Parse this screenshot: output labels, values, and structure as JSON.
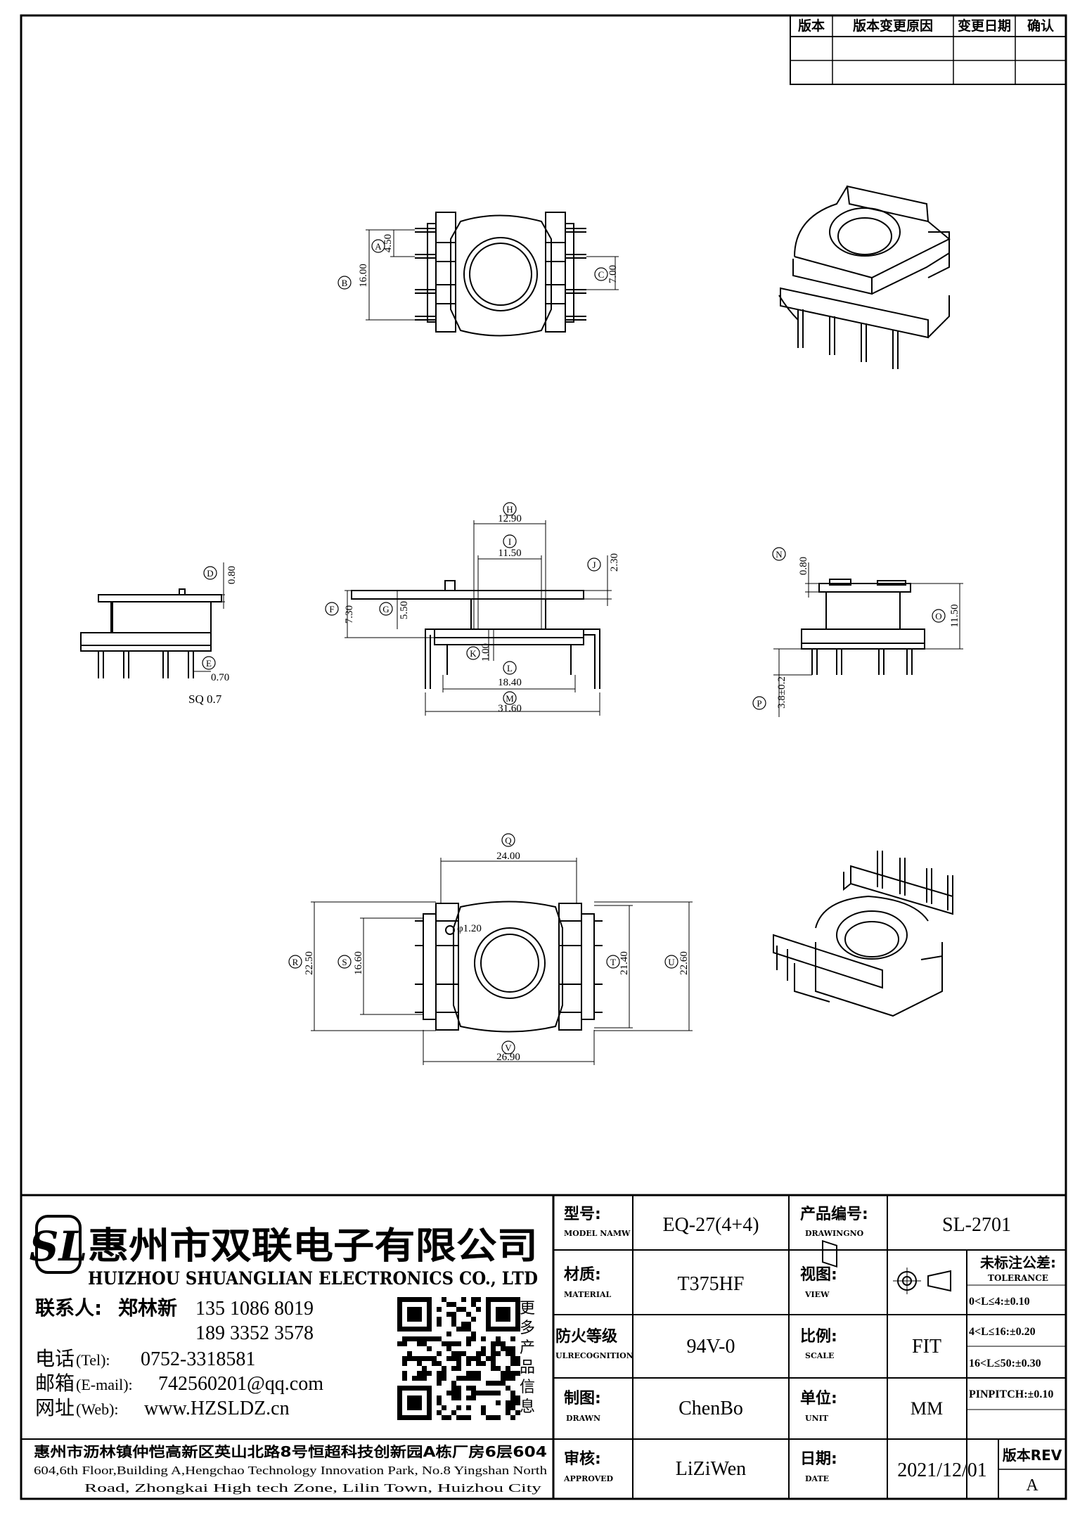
{
  "revision_table": {
    "headers": [
      "版本",
      "版本变更原因",
      "变更日期",
      "确认"
    ]
  },
  "company": {
    "logo_letters": "SL",
    "name_cn": "惠州市双联电子有限公司",
    "name_en": "HUIZHOU SHUANGLIAN ELECTRONICS CO., LTD",
    "contact_label": "联系人:",
    "contact_name": "郑林新",
    "phone1": "135 1086 8019",
    "phone2": "189 3352 3578",
    "tel_label": "电话",
    "tel_tag": "(Tel):",
    "tel": "0752-3318581",
    "email_label": "邮箱",
    "email_tag": "(E-mail):",
    "email": "742560201@qq.com",
    "web_label": "网址",
    "web_tag": "(Web):",
    "web": "www.HZSLDZ.cn",
    "address_cn": "惠州市沥林镇仲恺高新区英山北路8号恒超科技创新园A栋厂房6层604",
    "address_en1": "604,6th Floor,Building A,Hengchao Technology Innovation Park, No.8 Yingshan North",
    "address_en2": "Road, Zhongkai High tech Zone, Lilin Town, Huizhou City",
    "qr_caption": [
      "更",
      "多",
      "产",
      "品",
      "信",
      "息"
    ]
  },
  "title_block": {
    "model_label_cn": "型号:",
    "model_label_en": "MODEL NAMW",
    "model": "EQ-27(4+4)",
    "drawingno_label_cn": "产品编号:",
    "drawingno_label_en": "DRAWINGNO",
    "drawingno": "SL-2701",
    "material_label_cn": "材质:",
    "material_label_en": "MATERIAL",
    "material": "T375HF",
    "view_label_cn": "视图:",
    "view_label_en": "VIEW",
    "tolerance_label_cn": "未标注公差:",
    "tolerance_label_en": "TOLERANCE",
    "tolerances": [
      "0<L≤4:±0.10",
      "4<L≤16:±0.20",
      "16<L≤50:±0.30",
      "PINPITCH:±0.10"
    ],
    "fire_label_cn": "防火等级",
    "fire_label_en": "ULRECOGNITION",
    "fire": "94V-0",
    "scale_label_cn": "比例:",
    "scale_label_en": "SCALE",
    "scale": "FIT",
    "drawn_label_cn": "制图:",
    "drawn_label_en": "DRAWN",
    "drawn": "ChenBo",
    "unit_label_cn": "单位:",
    "unit_label_en": "UNIT",
    "unit": "MM",
    "approved_label_cn": "审核:",
    "approved_label_en": "APPROVED",
    "approved": "LiZiWen",
    "date_label_cn": "日期:",
    "date_label_en": "DATE",
    "date": "2021/12/01",
    "rev_label": "版本REV",
    "rev": "A"
  },
  "dimensions": {
    "A": {
      "tag": "A",
      "value": "4.50"
    },
    "B": {
      "tag": "B",
      "value": "16.00"
    },
    "C": {
      "tag": "C",
      "value": "7.00"
    },
    "D": {
      "tag": "D",
      "value": "0.80"
    },
    "E": {
      "tag": "E",
      "value": "0.70"
    },
    "sq": "SQ 0.7",
    "F": {
      "tag": "F",
      "value": "7.30"
    },
    "G": {
      "tag": "G",
      "value": "5.50"
    },
    "H": {
      "tag": "H",
      "value": "12.90"
    },
    "I": {
      "tag": "I",
      "value": "11.50"
    },
    "J": {
      "tag": "J",
      "value": "2.30"
    },
    "K": {
      "tag": "K",
      "value": "1.00"
    },
    "L": {
      "tag": "L",
      "value": "18.40"
    },
    "M": {
      "tag": "M",
      "value": "31.60"
    },
    "N": {
      "tag": "N",
      "value": "0.80"
    },
    "O": {
      "tag": "O",
      "value": "11.50"
    },
    "P": {
      "tag": "P",
      "value": "3.8±0.2"
    },
    "Q": {
      "tag": "Q",
      "value": "24.00"
    },
    "phi": "φ1.20",
    "R": {
      "tag": "R",
      "value": "22.50"
    },
    "S": {
      "tag": "S",
      "value": "16.60"
    },
    "T": {
      "tag": "T",
      "value": "21.40"
    },
    "U": {
      "tag": "U",
      "value": "22.60"
    },
    "V": {
      "tag": "V",
      "value": "26.90"
    }
  }
}
